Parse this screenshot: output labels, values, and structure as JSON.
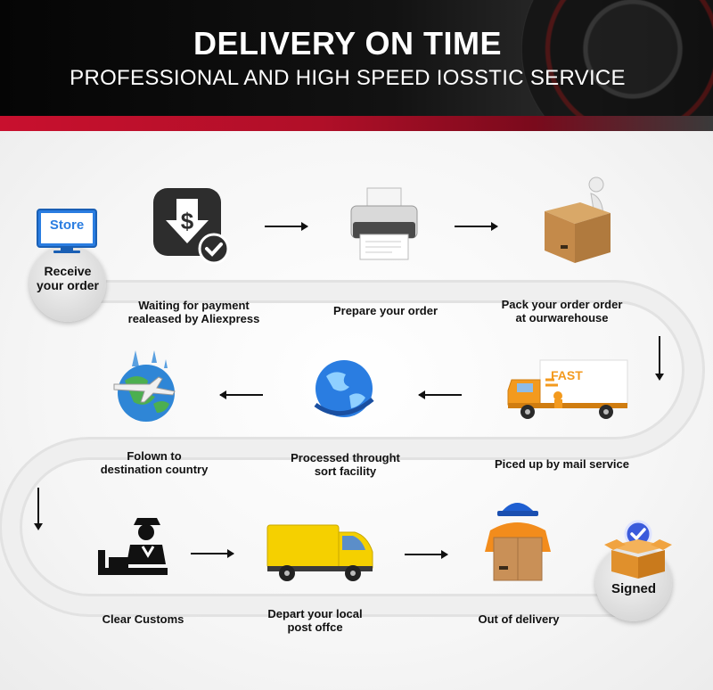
{
  "header": {
    "title": "DELIVERY ON TIME",
    "subtitle": "PROFESSIONAL AND HIGH SPEED IOSSTIC SERVICE"
  },
  "start": {
    "store_label": "Store",
    "line1": "Receive",
    "line2": "your order"
  },
  "steps": [
    {
      "id": "payment",
      "icon": "dollar-download-icon",
      "line1": "Waiting for payment",
      "line2": "realeased by Aliexpress"
    },
    {
      "id": "prepare",
      "icon": "printer-icon",
      "line1": "Prepare your order",
      "line2": ""
    },
    {
      "id": "pack",
      "icon": "packing-box-icon",
      "line1": "Pack your order order",
      "line2": "at ourwarehouse"
    },
    {
      "id": "pickup",
      "icon": "delivery-truck-icon",
      "line1": "Piced up by mail service",
      "line2": ""
    },
    {
      "id": "sort",
      "icon": "globe-icon",
      "line1": "Processed throught",
      "line2": "sort facility"
    },
    {
      "id": "flight",
      "icon": "earth-airplane-icon",
      "line1": "Folown to",
      "line2": "destination country"
    },
    {
      "id": "customs",
      "icon": "customs-officer-icon",
      "line1": "Clear Customs",
      "line2": ""
    },
    {
      "id": "depart",
      "icon": "yellow-van-icon",
      "line1": "Depart your local",
      "line2": "post offce"
    },
    {
      "id": "out",
      "icon": "courier-with-box-icon",
      "line1": "Out of delivery",
      "line2": ""
    }
  ],
  "end": {
    "label": "Signed",
    "icon": "open-box-check-icon"
  },
  "truck_text": "FAST",
  "colors": {
    "accent_red": "#c8102e",
    "track": "#e4e4e4",
    "check_blue": "#3b5bdb"
  }
}
